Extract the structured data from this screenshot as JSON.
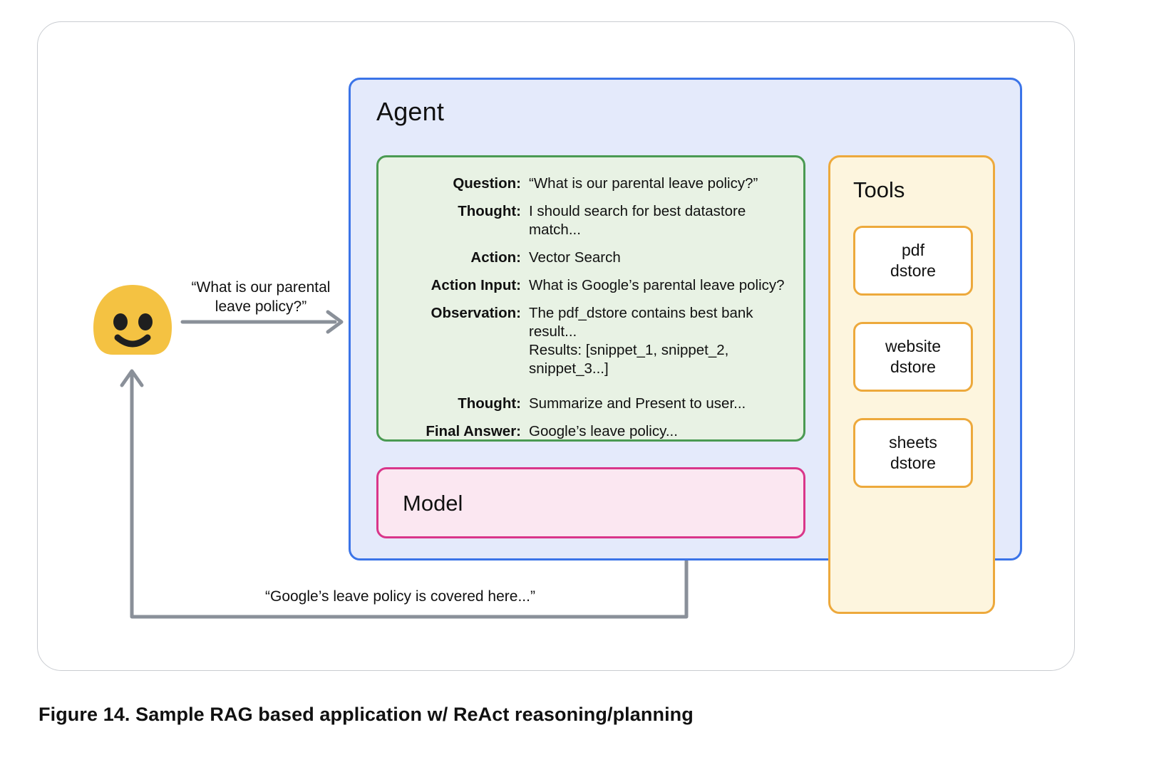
{
  "figure": {
    "caption": "Figure 14. Sample RAG based application w/ ReAct reasoning/planning"
  },
  "user": {
    "avatar_icon": "smiley-blob-avatar-icon",
    "question": "“What is our parental\nleave policy?”",
    "response": "“Google’s leave policy is covered here...”"
  },
  "agent": {
    "title": "Agent",
    "react_trace": [
      {
        "label": "Question:",
        "value": "“What is our parental leave policy?”"
      },
      {
        "label": "Thought:",
        "value": "I should search for best datastore match..."
      },
      {
        "label": "Action:",
        "value": "Vector Search"
      },
      {
        "label": "Action Input:",
        "value": "What is Google’s parental leave policy?"
      },
      {
        "label": "Observation:",
        "value": "The pdf_dstore contains best bank result...\nResults: [snippet_1, snippet_2, snippet_3...]"
      },
      {
        "label": "Thought:",
        "value": "Summarize and Present to user..."
      },
      {
        "label": "Final Answer:",
        "value": "Google’s leave policy..."
      }
    ],
    "model": {
      "title": "Model"
    }
  },
  "tools": {
    "title": "Tools",
    "items": [
      {
        "label": "pdf\ndstore"
      },
      {
        "label": "website\ndstore"
      },
      {
        "label": "sheets\ndstore"
      }
    ]
  },
  "colors": {
    "agent_border": "#3b74e8",
    "agent_fill": "#e4eafb",
    "react_border": "#4a9a52",
    "react_fill": "#e8f2e4",
    "model_border": "#d9368a",
    "model_fill": "#fbe7f1",
    "tools_border": "#eda93c",
    "tools_fill": "#fdf5de",
    "avatar": "#f4c242",
    "arrow": "#8a9099",
    "card_border": "#c9ccd1"
  }
}
